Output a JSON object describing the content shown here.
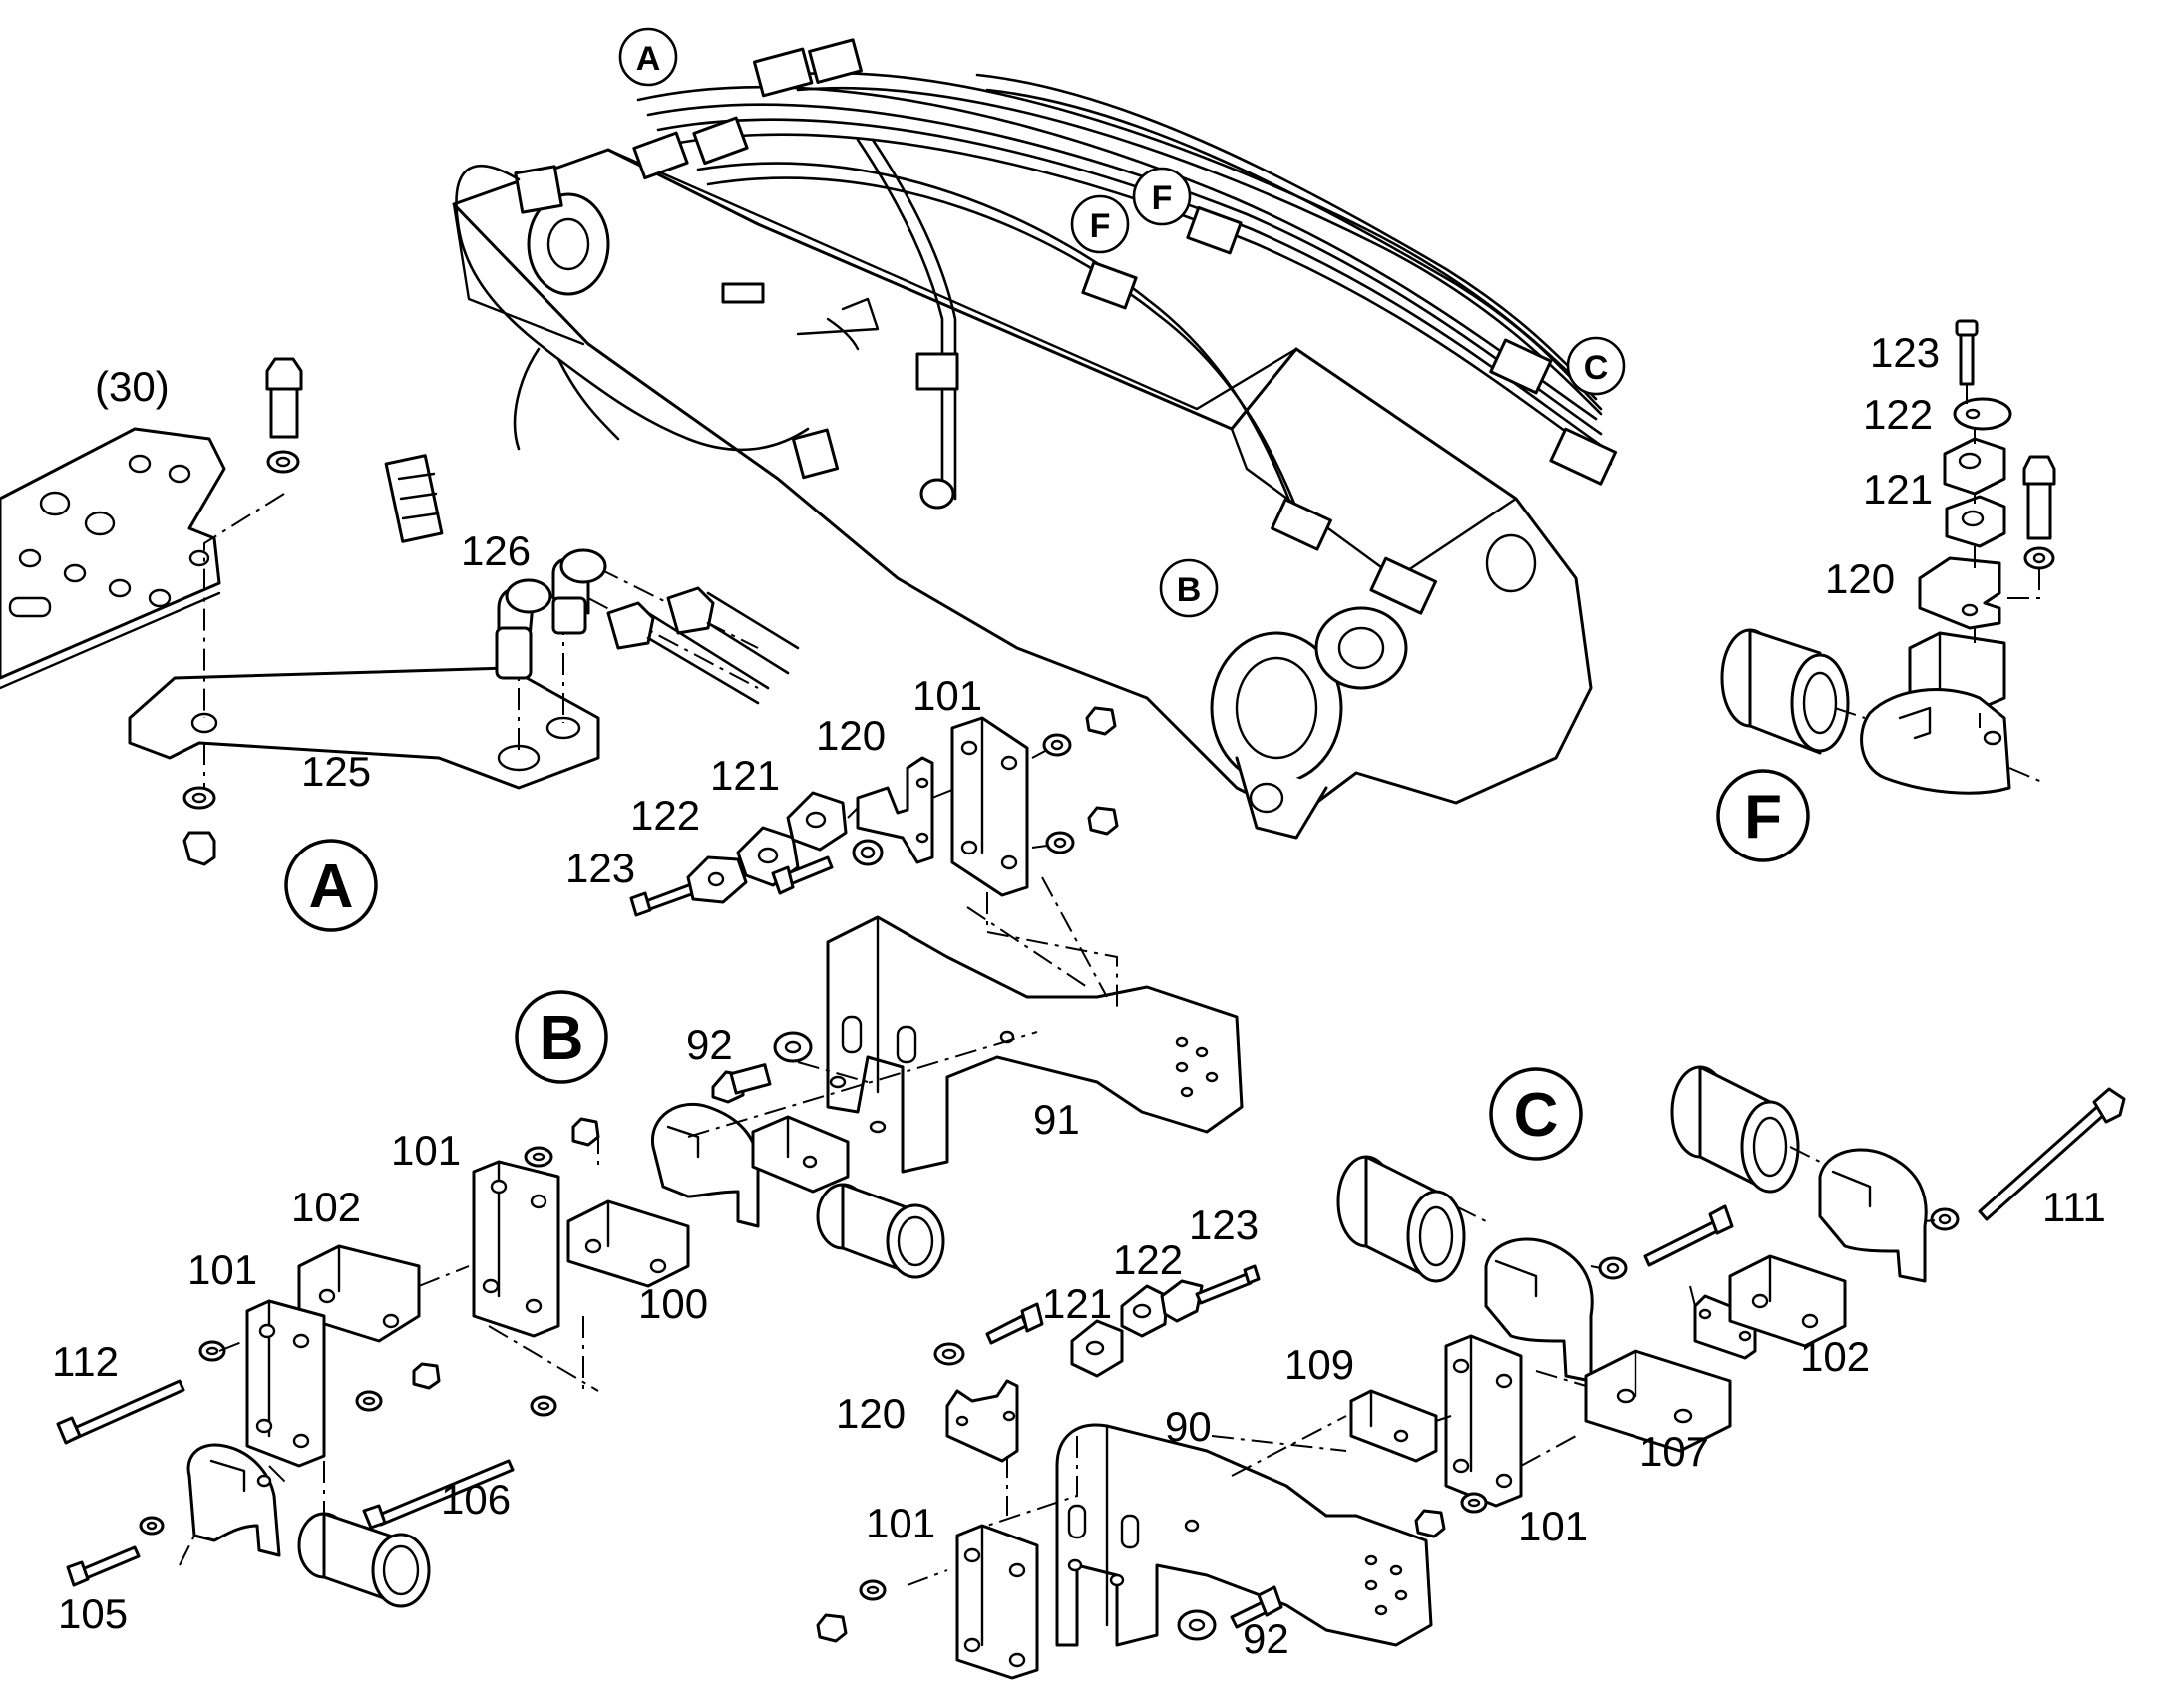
{
  "labels": {
    "ref_30": "(30)",
    "p126": "126",
    "p125": "125",
    "p123a": "123",
    "p122a": "122",
    "p121a": "121",
    "p120a": "120",
    "p101a": "101",
    "p92a": "92",
    "p91": "91",
    "p101b": "101",
    "p102a": "102",
    "p101c": "101",
    "p112": "112",
    "p100": "100",
    "p106": "106",
    "p105": "105",
    "p123b": "123",
    "p122b": "122",
    "p121b": "121",
    "p120b": "120",
    "p101d": "101",
    "p90": "90",
    "p92b": "92",
    "p109": "109",
    "p101e": "101",
    "p107": "107",
    "p102b": "102",
    "p111": "111",
    "p123f": "123",
    "p122f": "122",
    "p121f": "121",
    "p120f": "120"
  },
  "callouts": {
    "top_a": "A",
    "top_b": "B",
    "top_c": "C",
    "top_f1": "F",
    "top_f2": "F",
    "detail_a": "A",
    "detail_b": "B",
    "detail_c": "C",
    "detail_f": "F"
  },
  "colors": {
    "ink": "#000000",
    "paper": "#ffffff"
  }
}
